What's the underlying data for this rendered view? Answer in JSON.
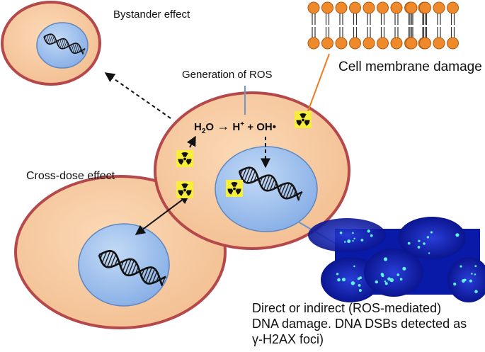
{
  "labels": {
    "bystander": "Bystander effect",
    "ros": "Generation of ROS",
    "membrane": "Cell membrane damage",
    "cross_dose": "Cross-dose effect",
    "dna_damage": "Direct or indirect (ROS-mediated)\nDNA damage. DNA DSBs detected as\nγ-H2AX foci)"
  },
  "equation": {
    "water_h": "H",
    "water_sub": "2",
    "water_o": "O",
    "arrow": "→",
    "proton_h": "H",
    "proton_sup": "+",
    "plus": "+",
    "hydroxyl": "OH•"
  },
  "colors": {
    "cytoplasm": "#f6c9a0",
    "membrane": "#b5484b",
    "nucleus": "#9fc1ec",
    "nucleus_edge": "#5f86bf",
    "lipid_head": "#ef8a2c",
    "radiation_bg": "#f7ee3a",
    "ros_line": "#6f97c8",
    "membrane_line": "#ea7d22",
    "foci_bg": "#0a1aa8"
  },
  "icons": [
    "radiation-icon",
    "dna-helix-icon",
    "lipid-bilayer-icon"
  ]
}
